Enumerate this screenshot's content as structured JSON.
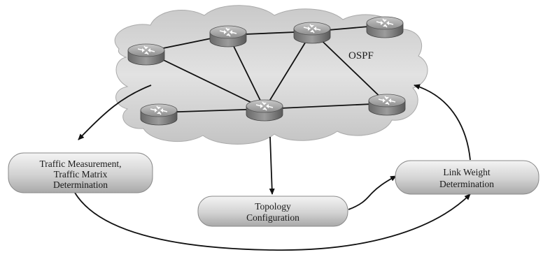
{
  "cloud": {
    "label": "OSPF"
  },
  "boxes": {
    "traffic": {
      "lines": [
        "Traffic Measurement,",
        "Traffic Matrix",
        "Determination"
      ]
    },
    "topology": {
      "lines": [
        "Topology",
        "Configuration"
      ]
    },
    "link_weight": {
      "lines": [
        "Link Weight",
        "Determination"
      ]
    }
  },
  "colors": {
    "cloud": "#d9d9d9",
    "router": "#9a9a9a",
    "box": "#cfcfcf",
    "line": "#111111"
  }
}
